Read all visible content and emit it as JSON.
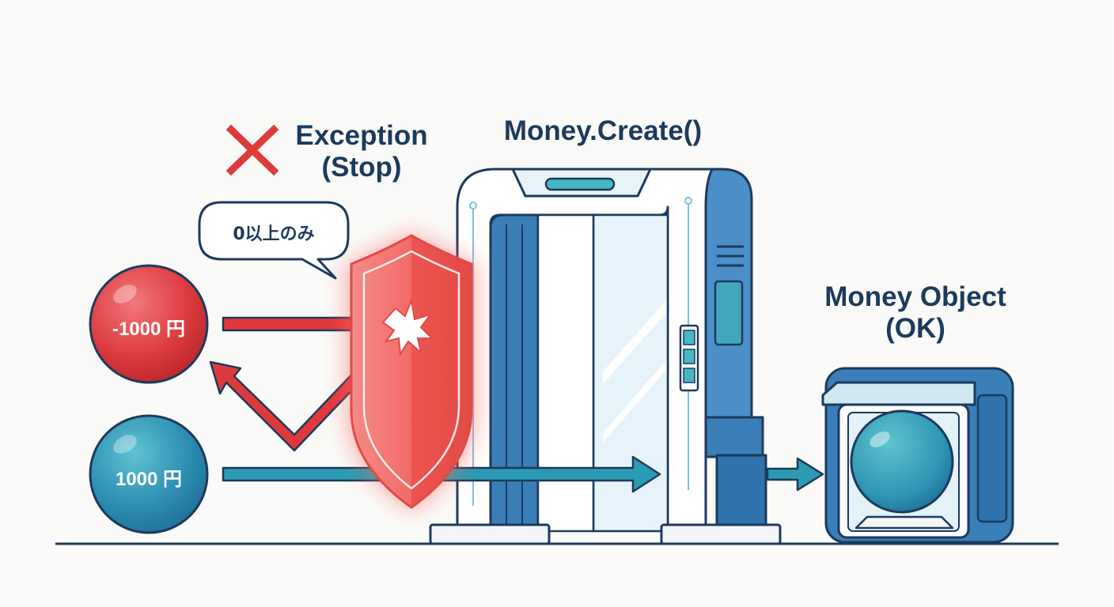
{
  "labels": {
    "exception_line1": "Exception",
    "exception_line2": "(Stop)",
    "gate_title": "Money.Create()",
    "object_line1": "Money Object",
    "object_line2": "(OK)"
  },
  "bubble": {
    "text": "0以上のみ"
  },
  "inputs": {
    "negative": "-1000 円",
    "positive": "1000 円"
  },
  "colors": {
    "navy": "#1d3a5c",
    "reject_red": "#e0393c",
    "accept_teal": "#2a9bb3",
    "gate_blue": "#3a7fb8"
  },
  "icons": {
    "exception": "x-mark-icon",
    "shield": "shield-icon"
  }
}
